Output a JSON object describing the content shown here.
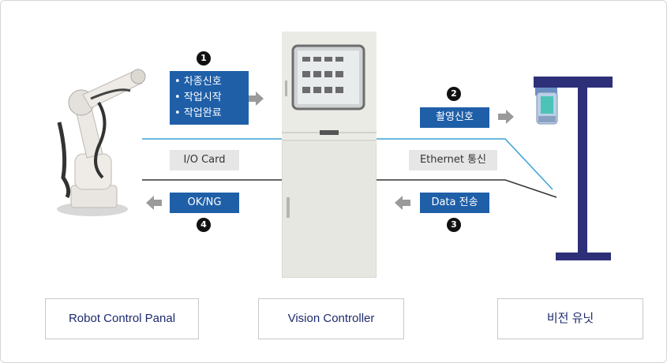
{
  "steps": {
    "step1": {
      "number": "1",
      "items": [
        "차종신호",
        "작업시작",
        "작업완료"
      ]
    },
    "step2": {
      "number": "2",
      "label": "촬영신호"
    },
    "step3": {
      "number": "3",
      "label": "Data 전송"
    },
    "step4": {
      "number": "4",
      "label": "OK/NG"
    }
  },
  "links": {
    "io_card": "I/O Card",
    "ethernet": "Ethernet 통신"
  },
  "components": {
    "robot": "Robot Control Panal",
    "vision_controller": "Vision Controller",
    "vision_unit": "비전 유닛"
  },
  "colors": {
    "accent_blue": "#1f5fa8",
    "navy": "#2d2f78",
    "line_blue": "#3aa0d6",
    "line_dark": "#333333",
    "arrow_gray": "#9a9a9a"
  }
}
